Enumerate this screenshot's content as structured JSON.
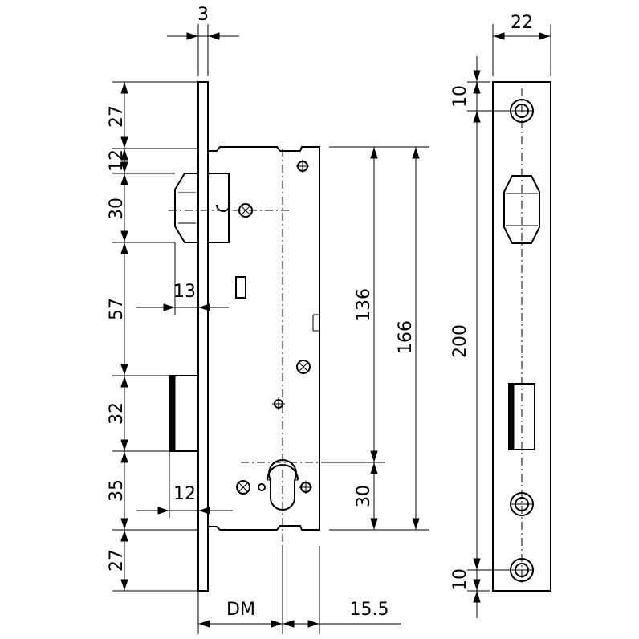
{
  "dimensions": {
    "faceplate_thickness": "3",
    "faceplate_width": "22",
    "top_offset": "27",
    "body_top_offset": "12",
    "latch_height": "30",
    "latch_to_bolt": "57",
    "bolt_height": "32",
    "bolt_to_cylinder": "35",
    "bottom_offset": "27",
    "latch_projection": "13",
    "bolt_projection": "12",
    "hand_to_cylinder": "136",
    "body_height": "166",
    "cylinder_below": "30",
    "total_height": "200",
    "front_top_screw": "10",
    "front_bottom_screw": "10",
    "backset": "DM",
    "cylinder_to_back": "15.5"
  },
  "colors": {
    "ink": "#000000",
    "paper": "#ffffff"
  }
}
